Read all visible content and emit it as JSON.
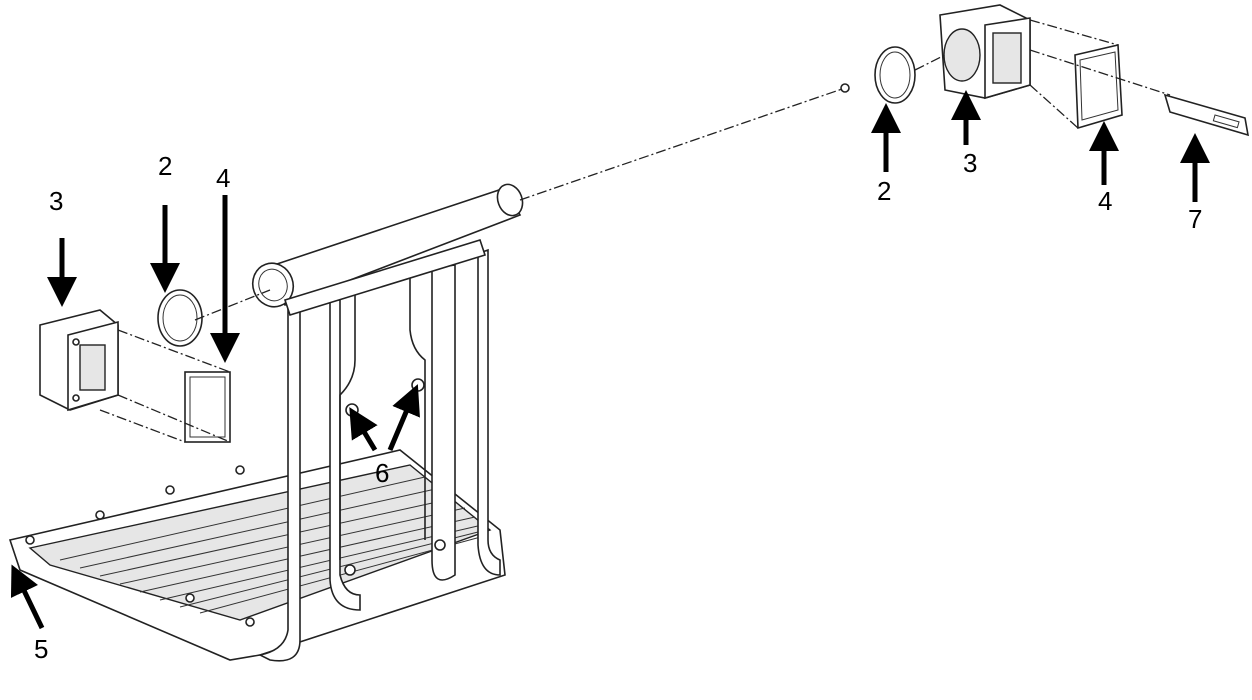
{
  "diagram": {
    "type": "exploded assembly drawing",
    "callouts": {
      "left_end_cap": "3",
      "left_ring": "2",
      "left_square_tube": "4",
      "cables": "6",
      "base_frame": "5",
      "right_ring": "2",
      "right_end_cap": "3",
      "right_square_tube": "4",
      "bracket": "7"
    },
    "colors": {
      "line": "#222222",
      "background": "#ffffff",
      "arrow": "#000000"
    }
  }
}
